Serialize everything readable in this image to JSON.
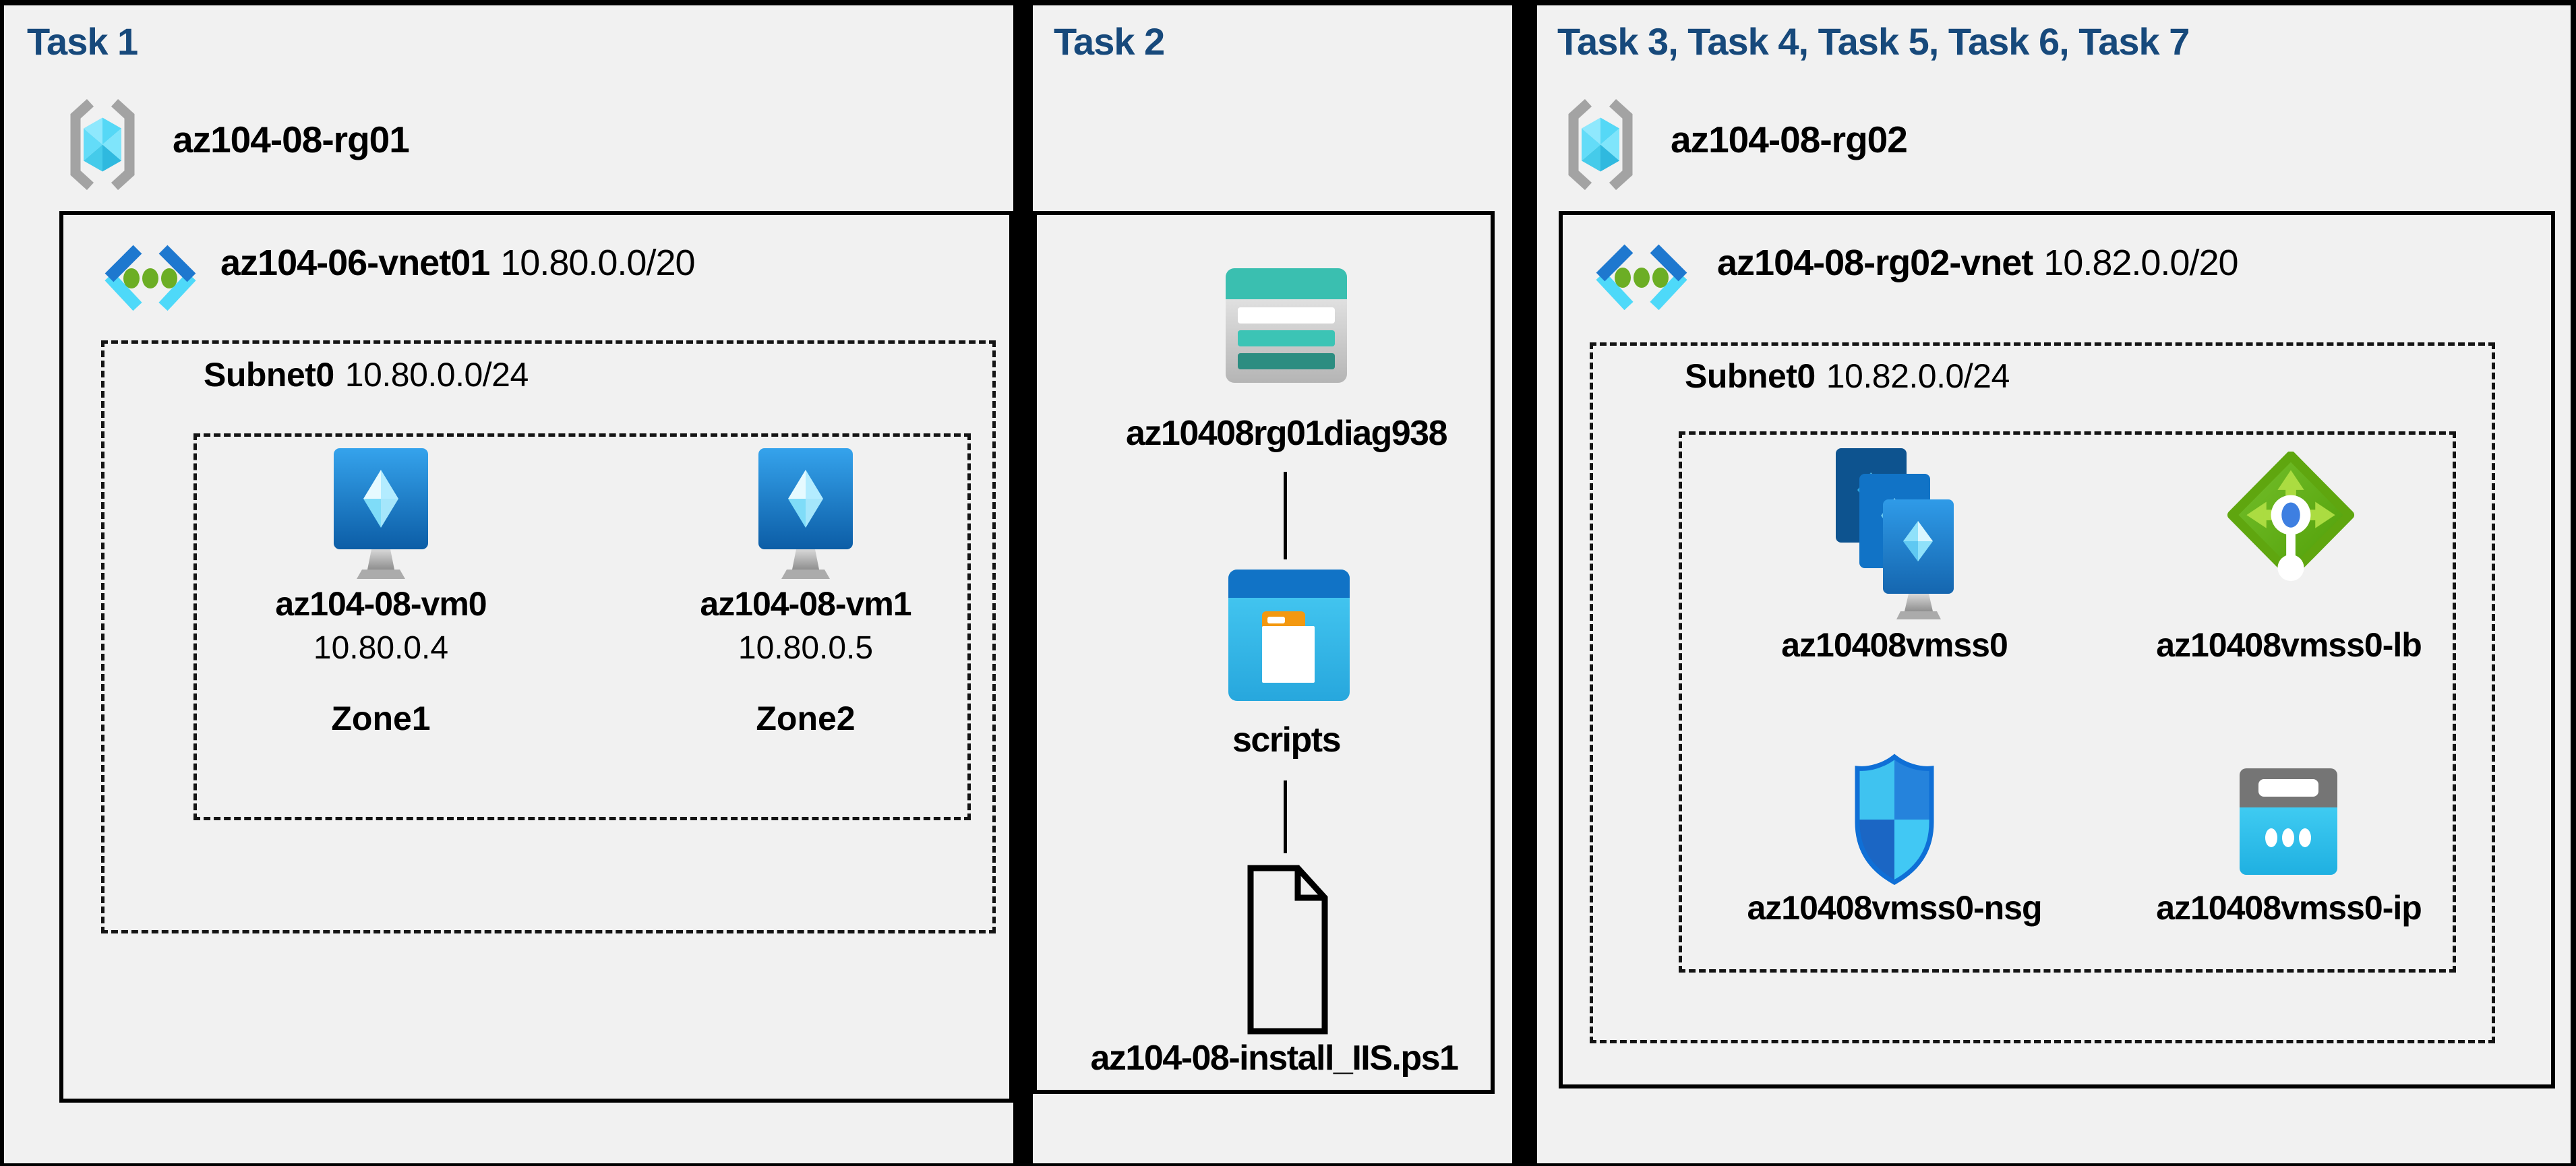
{
  "colors": {
    "background": "#000000",
    "panel_background": "#F1F1F1",
    "title_navy": "#17497B",
    "label_black": "#000000",
    "storage_teal": "#3ABFB0",
    "lb_green": "#5FAF14",
    "azure_blue": "#1E78CF"
  },
  "panels": [
    {
      "title": "Task 1",
      "resource_group": "az104-08-rg01",
      "resource_group_icon": "resource-group-icon",
      "vnet": {
        "name": "az104-06-vnet01",
        "cidr": "10.80.0.0/20",
        "icon": "virtual-network-icon"
      },
      "subnet": {
        "name": "Subnet0",
        "cidr": "10.80.0.0/24"
      },
      "vms": [
        {
          "name": "az104-08-vm0",
          "ip": "10.80.0.4",
          "zone": "Zone1",
          "icon": "virtual-machine-icon"
        },
        {
          "name": "az104-08-vm1",
          "ip": "10.80.0.5",
          "zone": "Zone2",
          "icon": "virtual-machine-icon"
        }
      ]
    },
    {
      "title": "Task 2",
      "storage_account": "az10408rg01diag938",
      "storage_account_icon": "storage-account-icon",
      "container": "scripts",
      "container_icon": "blob-container-icon",
      "file": "az104-08-install_IIS.ps1",
      "file_icon": "file-icon"
    },
    {
      "title": "Task 3, Task 4, Task 5, Task 6, Task 7",
      "resource_group": "az104-08-rg02",
      "resource_group_icon": "resource-group-icon",
      "vnet": {
        "name": "az104-08-rg02-vnet",
        "cidr": "10.82.0.0/20",
        "icon": "virtual-network-icon"
      },
      "subnet": {
        "name": "Subnet0",
        "cidr": "10.82.0.0/24"
      },
      "resources": [
        {
          "name": "az10408vmss0",
          "icon": "vmss-icon"
        },
        {
          "name": "az10408vmss0-lb",
          "icon": "load-balancer-icon"
        },
        {
          "name": "az10408vmss0-nsg",
          "icon": "nsg-icon"
        },
        {
          "name": "az10408vmss0-ip",
          "icon": "public-ip-icon"
        }
      ]
    }
  ]
}
